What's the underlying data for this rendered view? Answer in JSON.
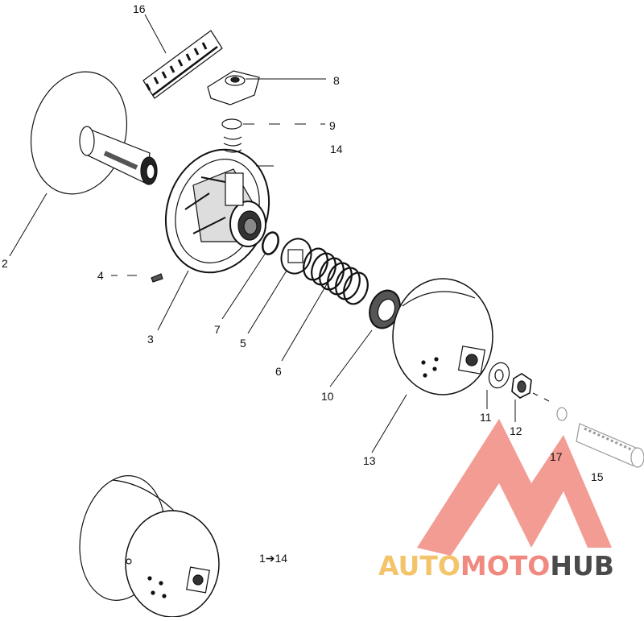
{
  "callouts": {
    "c16": "16",
    "c8": "8",
    "c9": "9",
    "c14": "14",
    "c2": "2",
    "c4": "4",
    "c3": "3",
    "c7": "7",
    "c5": "5",
    "c6": "6",
    "c10": "10",
    "c11": "11",
    "c12": "12",
    "c13": "13",
    "c17": "17",
    "c15": "15",
    "assembly": "1➔14"
  },
  "watermark": {
    "part1": "AUTO",
    "part2": "MOTO",
    "part3": "HUB",
    "color1": "#f3c46a",
    "color2": "#f08a80",
    "color3": "#4a4a4a",
    "logo_color": "#f28b82"
  }
}
